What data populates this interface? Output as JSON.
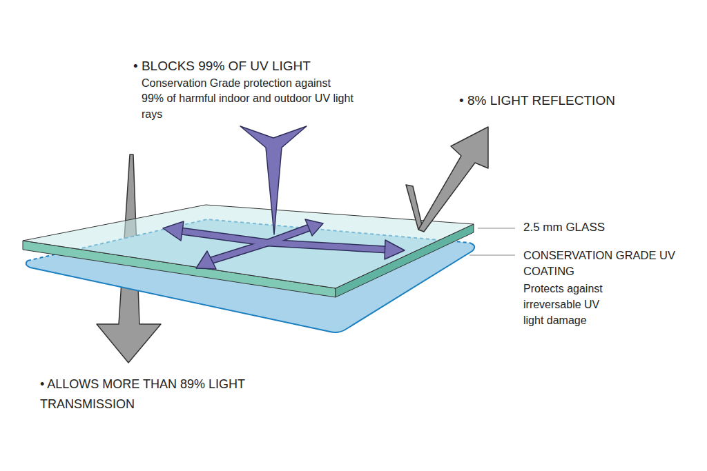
{
  "diagram": {
    "labels": [
      "• BLOCKS 99% OF UV LIGHT",
      "Conservation Grade protection against 99% of harmful indoor and outdoor UV light rays",
      "• 8% LIGHT REFLECTION",
      "2.5 mm GLASS",
      "CONSERVATION GRADE UV COATING",
      "Protects against irreversable UV light damage",
      "• ALLOWS MORE THAN 89% LIGHT TRANSMISSION"
    ]
  }
}
